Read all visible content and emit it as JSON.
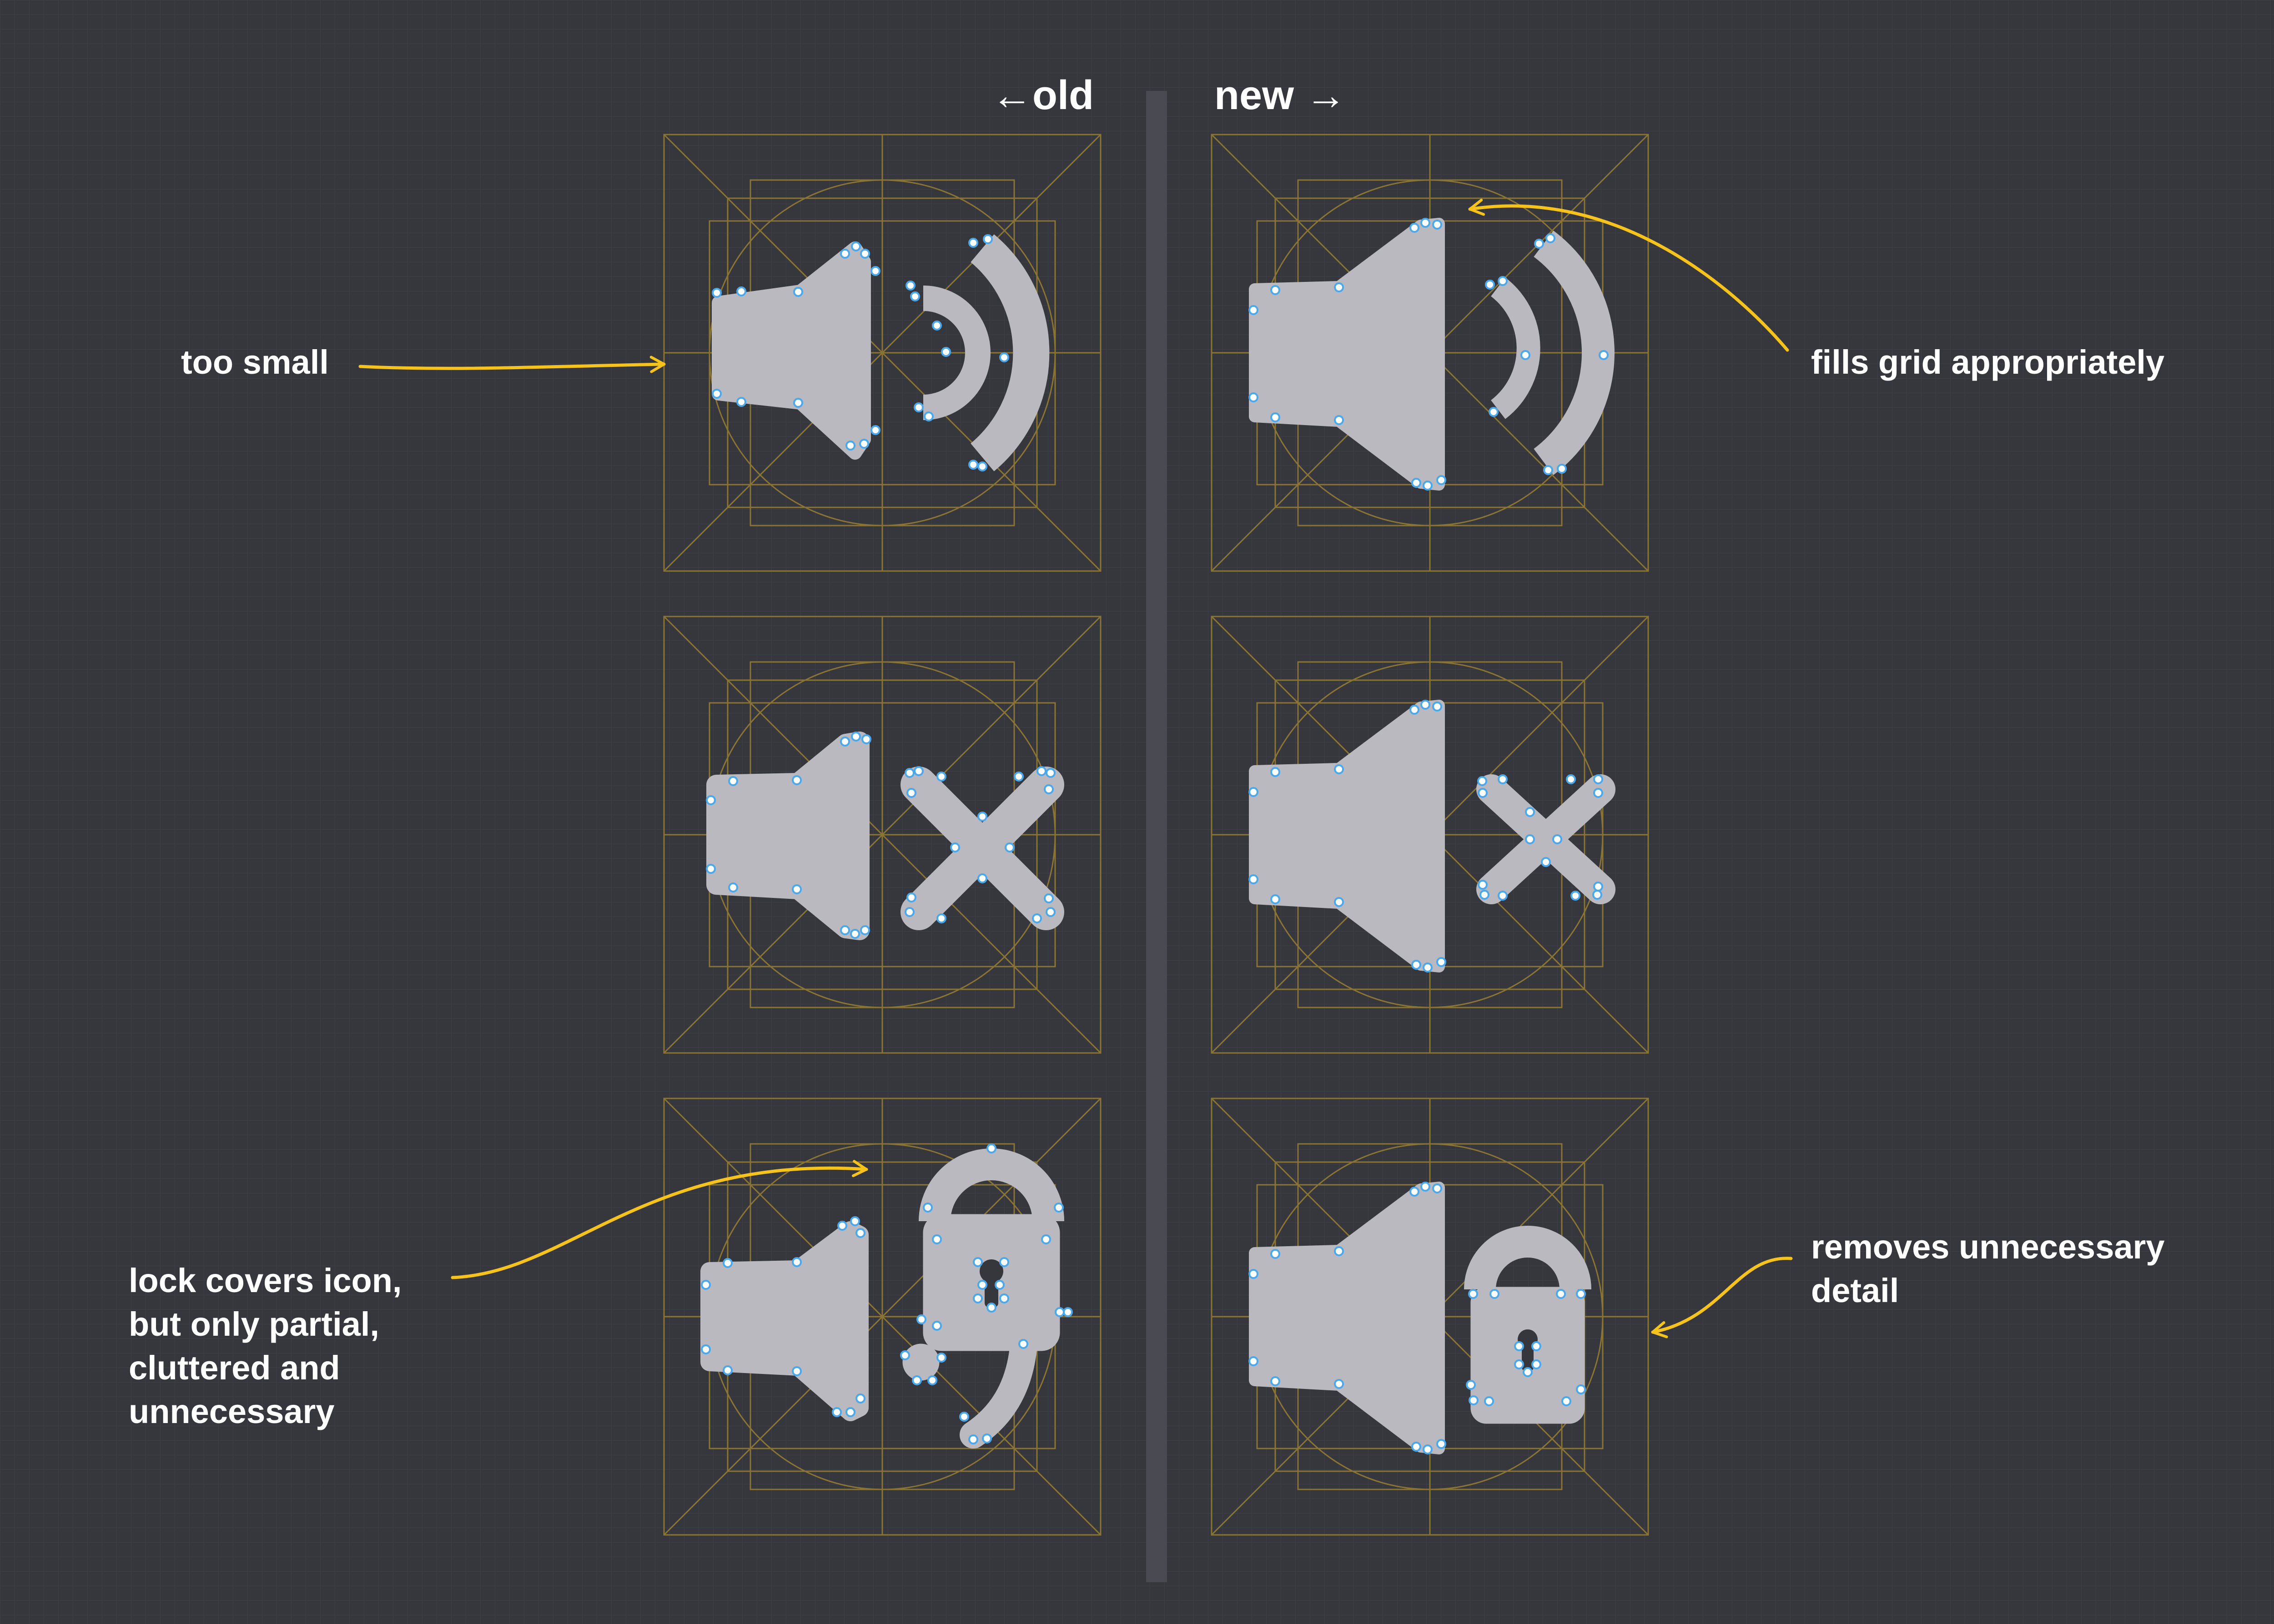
{
  "headers": {
    "old": "←old",
    "new": "new →"
  },
  "annotations": {
    "too_small": "too small",
    "fills_grid": "fills grid appropriately",
    "lock_lines": [
      "lock covers icon,",
      "but only partial,",
      "cluttered and",
      "unnecessary"
    ],
    "removes_lines": [
      "removes unnecessary",
      "detail"
    ]
  },
  "icons": [
    {
      "name": "old-speaker-waves-icon",
      "variant": "old",
      "row": 1
    },
    {
      "name": "new-speaker-waves-icon",
      "variant": "new",
      "row": 1
    },
    {
      "name": "old-speaker-mute-icon",
      "variant": "old",
      "row": 2
    },
    {
      "name": "new-speaker-mute-icon",
      "variant": "new",
      "row": 2
    },
    {
      "name": "old-speaker-locked-icon",
      "variant": "old",
      "row": 3
    },
    {
      "name": "new-speaker-locked-icon",
      "variant": "new",
      "row": 3
    }
  ],
  "colors": {
    "background": "#36363d",
    "grid_line": "#43434b",
    "keyline": "#8a7434",
    "icon_fill": "#b9b9bf",
    "anchor_point": "#4aa8ec",
    "arrow": "#f6c21c",
    "divider": "#4a4a52",
    "text": "#ffffff"
  }
}
